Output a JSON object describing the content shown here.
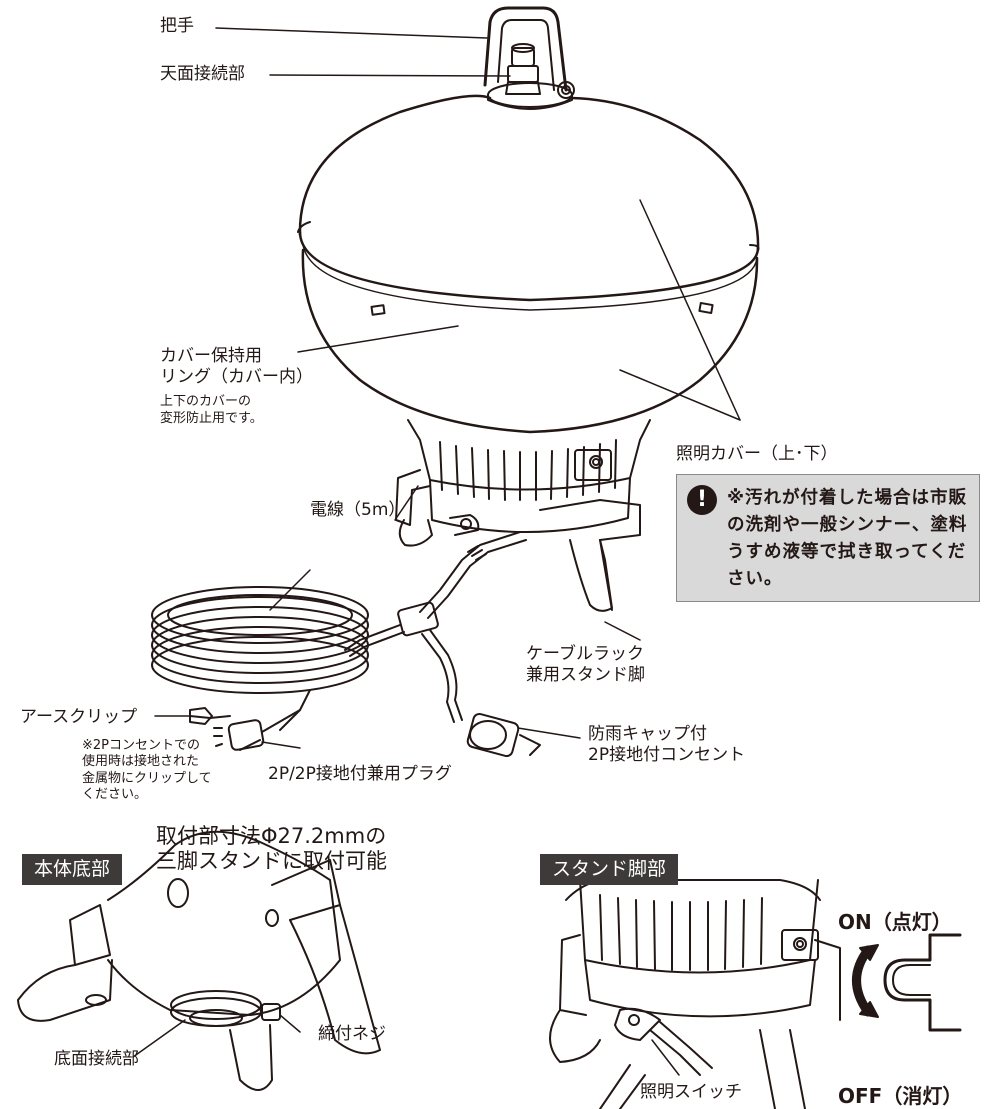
{
  "labels": {
    "handle": "把手",
    "top_connector": "天面接続部",
    "ring": "カバー保持用\nリング（カバー内）",
    "ring_note": "上下のカバーの\n変形防止用です。",
    "light_cover": "照明カバー（上･下）",
    "cable": "電線（5m）",
    "stand_leg": "ケーブルラック\n兼用スタンド脚",
    "earth_clip": "アースクリップ",
    "earth_clip_note": "※2Pコンセントでの\n使用時は接地された\n金属物にクリップして\nください。",
    "plug": "2P/2P接地付兼用プラグ",
    "outlet": "防雨キャップ付\n2P接地付コンセント"
  },
  "note": {
    "icon": "!",
    "text": "※汚れが付着した場合は市販の洗剤や一般シンナー、塗料うすめ液等で拭き取ってください。"
  },
  "bottom_section": {
    "tag": "本体底部",
    "heading": "取付部寸法Φ27.2mmの\n三脚スタンドに取付可能",
    "bottom_connector": "底面接続部",
    "screw": "締付ネジ"
  },
  "stand_section": {
    "tag": "スタンド脚部",
    "switch": "照明スイッチ",
    "on": "ON（点灯）",
    "off": "OFF（消灯）"
  },
  "icons": {
    "note_icon": "exclamation-circle-icon",
    "switch_arrow": "rotate-arrow-icon"
  }
}
